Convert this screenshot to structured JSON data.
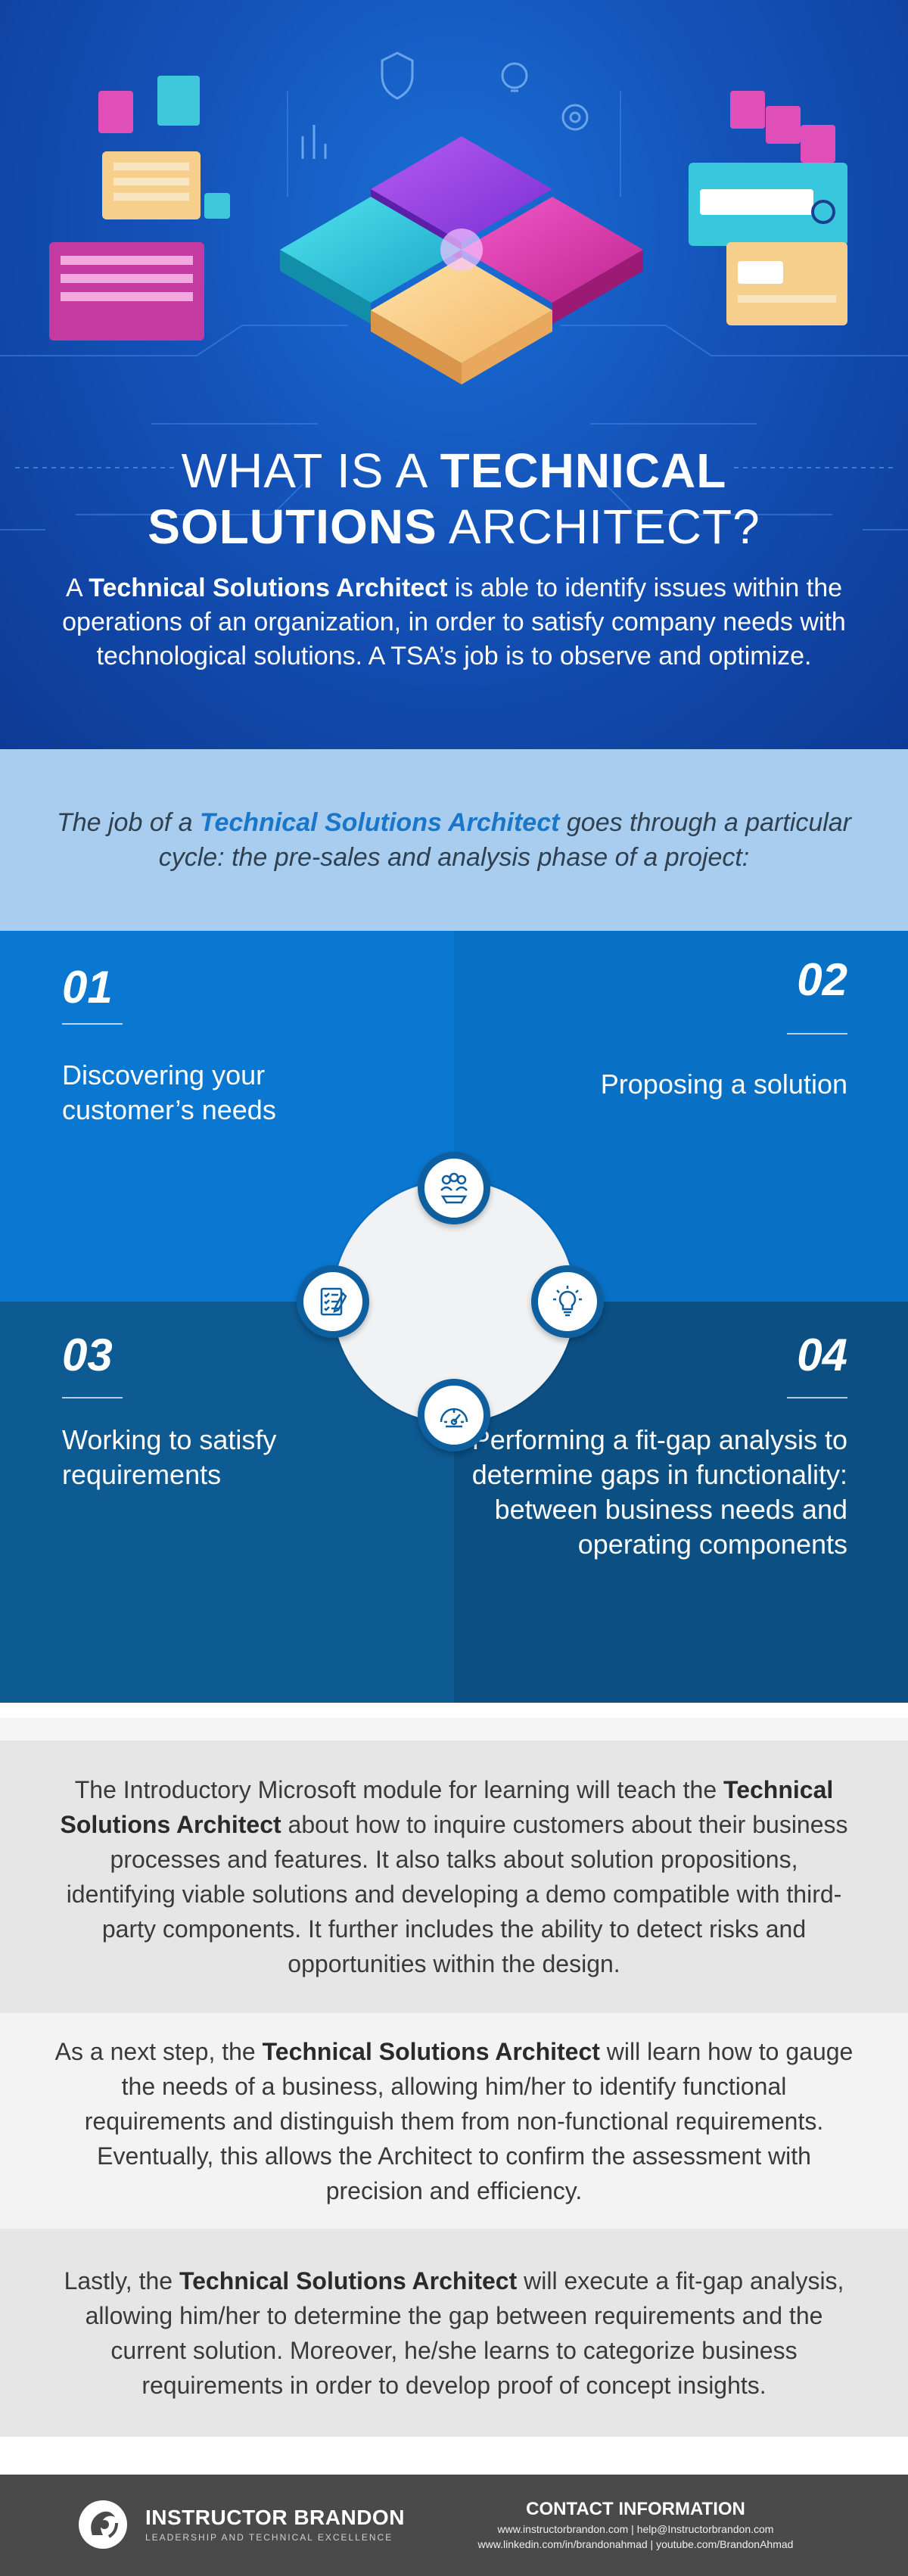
{
  "hero": {
    "title_line1_light": "WHAT IS A ",
    "title_line1_bold": "TECHNICAL",
    "title_line2_bold": "SOLUTIONS",
    "title_line2_light": " ARCHITECT?",
    "desc_prefix": "A ",
    "desc_bold": "Technical Solutions Architect",
    "desc_rest": " is able to identify issues within the operations of an organization, in order to satisfy company needs with technological solutions. A TSA’s job is to observe and optimize."
  },
  "cycle_intro": {
    "prefix": "The job of a ",
    "highlight": "Technical Solutions Architect",
    "rest": " goes through a particular cycle: the pre-sales and analysis phase of a project:"
  },
  "steps": [
    {
      "number": "01",
      "text": "Discovering your customer’s needs"
    },
    {
      "number": "02",
      "text": "Proposing a solution"
    },
    {
      "number": "03",
      "text": "Working to satisfy requirements"
    },
    {
      "number": "04",
      "text": "Performing a fit-gap analysis to determine gaps in functionality: between business needs and operating components"
    }
  ],
  "cycle_icons": [
    "team-icon",
    "checklist-icon",
    "lightbulb-icon",
    "gauge-icon"
  ],
  "blocks": [
    {
      "prefix": "The Introductory Microsoft module for learning will teach the ",
      "bold": "Technical Solutions Architect",
      "rest": " about how to inquire customers about their business processes and features. It also talks about solution propositions, identifying viable solutions and developing a demo compatible with third-party components. It further includes the ability to detect risks and opportunities within the design."
    },
    {
      "prefix": "As a next step, the ",
      "bold": "Technical Solutions Architect",
      "rest": " will learn how to gauge the needs of a business, allowing him/her to identify functional requirements and distinguish them from non-functional requirements. Eventually, this allows the Architect to confirm the assessment with precision and efficiency."
    },
    {
      "prefix": "Lastly, the ",
      "bold": "Technical Solutions Architect",
      "rest": " will execute a fit-gap analysis, allowing him/her to determine the gap between requirements and the current solution. Moreover, he/she learns to categorize business requirements in order to develop proof of concept insights."
    }
  ],
  "footer": {
    "brand_name": "INSTRUCTOR BRANDON",
    "brand_tag": "LEADERSHIP AND TECHNICAL EXCELLENCE",
    "contact_title": "CONTACT INFORMATION",
    "contact_line1": "www.instructorbrandon.com | help@Instructorbrandon.com",
    "contact_line2": "www.linkedin.com/in/brandonahmad | youtube.com/BrandonAhmad"
  },
  "colors": {
    "hero_blue": "#1452b8",
    "intro_band": "#a9cdee",
    "highlight": "#1a76c9",
    "q1": "#0a77d0",
    "q2": "#0871c6",
    "q3": "#0e5a92",
    "q4": "#0b4f83",
    "footer": "#4a4a4a"
  }
}
